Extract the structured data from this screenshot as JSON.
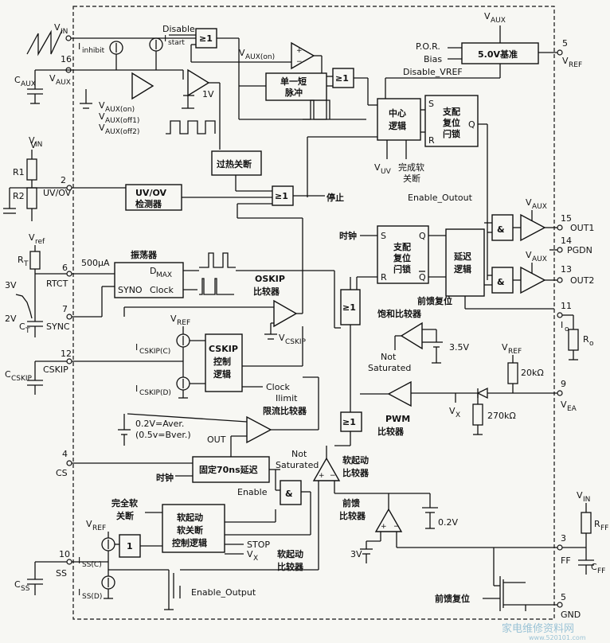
{
  "pins": {
    "vin_16": "16",
    "vaux_16": "V",
    "vaux_sub": "AUX",
    "vin_top": "V",
    "vin_top_sub": "IN",
    "caux": "C",
    "caux_sub": "AUX",
    "p2": "2",
    "p2_label": "UV/OV",
    "p6": "6",
    "p6_label": "RTCT",
    "p7": "7",
    "p7_label": "SYNC",
    "p12": "12",
    "p12_label": "CSKIP",
    "p4": "4",
    "p4_label": "CS",
    "p10": "10",
    "p10_label": "SS",
    "p5_ref": "5",
    "p5_ref_label": "V",
    "p5_ref_sub": "REF",
    "p15": "15",
    "p15_label": "OUT1",
    "p14": "14",
    "p14_label": "PGDN",
    "p13": "13",
    "p13_label": "OUT2",
    "p11": "11",
    "p11_label": "I",
    "p11_sub": "o",
    "p9": "9",
    "p9_label": "V",
    "p9_sub": "EA",
    "p3": "3",
    "p3_label": "FF",
    "p5_gnd": "5",
    "p5_gnd_label": "GND"
  },
  "blocks": {
    "or_disable": "≥1",
    "ref5v": "5.0V基准",
    "one_shot_line1": "单一短",
    "one_shot_line2": "脉冲",
    "or2": "≥1",
    "central_logic_1": "中心",
    "central_logic_2": "逻辑",
    "sr_top_1": "支配",
    "sr_top_2": "复位",
    "sr_top_3": "闩锁",
    "overheat": "过热关断",
    "uvov_1": "UV/OV",
    "uvov_2": "检测器",
    "or_stop": "≥1",
    "oscillator": "振荡器",
    "osc_dmax": "D",
    "osc_dmax_sub": "MAX",
    "osc_syno": "SYNO",
    "osc_clock": "Clock",
    "sr_mid_1": "支配",
    "sr_mid_2": "复位",
    "sr_mid_3": "闩锁",
    "delay_1": "延迟",
    "delay_2": "逻辑",
    "and1": "&",
    "and2": "&",
    "or_mid": "≥1",
    "cskip_logic_1": "CSKIP",
    "cskip_logic_2": "控制",
    "cskip_logic_3": "逻辑",
    "or_pwm": "≥1",
    "delay70": "固定70ns延迟",
    "and_ss": "&",
    "ss_logic_1": "软起动",
    "ss_logic_2": "软关断",
    "ss_logic_3": "控制逻辑",
    "buf1": "1"
  },
  "labels": {
    "disable": "Disable",
    "i_inhibit": "I",
    "i_inhibit_sub": "inhibit",
    "i_start": "I",
    "i_start_sub": "start",
    "vaux_on": "V",
    "vaux_on_sub": "AUX(on)",
    "vaux_top": "V",
    "vaux_top_sub": "AUX",
    "por": "P.O.R.",
    "bias": "Bias",
    "one_v": "1V",
    "vaux_on2": "V",
    "vaux_on2_sub": "AUX(on)",
    "vaux_off1": "V",
    "vaux_off1_sub": "AUX(off1)",
    "vaux_off2": "V",
    "vaux_off2_sub": "AUX(off2)",
    "disable_vref": "Disable_VREF",
    "s_top": "S",
    "r_top": "R",
    "q_top": "Q",
    "vuv": "V",
    "vuv_sub": "UV",
    "full_shutdown_1": "完成软",
    "full_shutdown_2": "关断",
    "stop": "停止",
    "enable_output": "Enable_Outout",
    "r1": "R1",
    "r2": "R2",
    "vref_rt": "V",
    "vref_rt_sub": "ref",
    "rt": "R",
    "rt_sub": "T",
    "i500": "500μA",
    "three_v": "3V",
    "two_v": "2V",
    "ct": "C",
    "ct_sub": "T",
    "clock_in": "时钟",
    "s_mid": "S",
    "r_mid": "R",
    "q_mid": "Q",
    "qbar_mid": "Q",
    "feedforward_reset": "前馈复位",
    "oskip": "OSKIP",
    "oskip2": "比较器",
    "vcskip": "V",
    "vcskip_sub": "CSKIP",
    "vref_cskip": "V",
    "vref_cskip_sub": "REF",
    "icskip_c": "I",
    "icskip_c_sub": "CSKIP(C)",
    "icskip_d": "I",
    "icskip_d_sub": "CSKIP(D)",
    "clock_cskip": "Clock",
    "ccskip": "C",
    "ccskip_sub": "CSKIP",
    "sat_comp": "饱和比较器",
    "not_saturated": "Not",
    "not_saturated2": "Saturated",
    "v35": "3.5V",
    "vref_ea": "V",
    "vref_ea_sub": "REF",
    "r20k": "20kΩ",
    "r270k": "270kΩ",
    "vx": "V",
    "vx_sub": "X",
    "pwm_comp1": "PWM",
    "pwm_comp2": "比较器",
    "ilimit": "Ilimit",
    "ilimit_comp": "限流比较器",
    "aver1": "0.2V=Aver.",
    "aver2": "(0.5v=Bver.)",
    "out": "OUT",
    "clock_cs": "时钟",
    "enable": "Enable",
    "not_sat2_1": "Not",
    "not_sat2_2": "Saturated",
    "ss_comp1": "软起动",
    "ss_comp2": "比较器",
    "full_soft_1": "完全软",
    "full_soft_2": "关断",
    "vref_ss": "V",
    "vref_ss_sub": "REF",
    "stop_ss": "STOP",
    "vx_ss": "V",
    "vx_ss_sub": "X",
    "ss_comp_b1": "软起动",
    "ss_comp_b2": "比较器",
    "ff_comp1": "前馈",
    "ff_comp2": "比较器",
    "v02": "0.2V",
    "three_v_ff": "3V",
    "iss_c": "I",
    "iss_c_sub": "SS(C)",
    "iss_d": "I",
    "iss_d_sub": "SS(D)",
    "enable_output_b": "Enable_Output",
    "css": "C",
    "css_sub": "SS",
    "vin_ff": "V",
    "vin_ff_sub": "IN",
    "rff": "R",
    "rff_sub": "FF",
    "cff": "C",
    "cff_sub": "FF",
    "ff_reset": "前馈复位",
    "ro": "R",
    "ro_sub": "o",
    "vaux_and1": "V",
    "vaux_and1_sub": "AUX",
    "vaux_and2": "V",
    "vaux_and2_sub": "AUX"
  },
  "watermark": {
    "main": "家电维修资料网",
    "sub": "www.520101.com"
  }
}
